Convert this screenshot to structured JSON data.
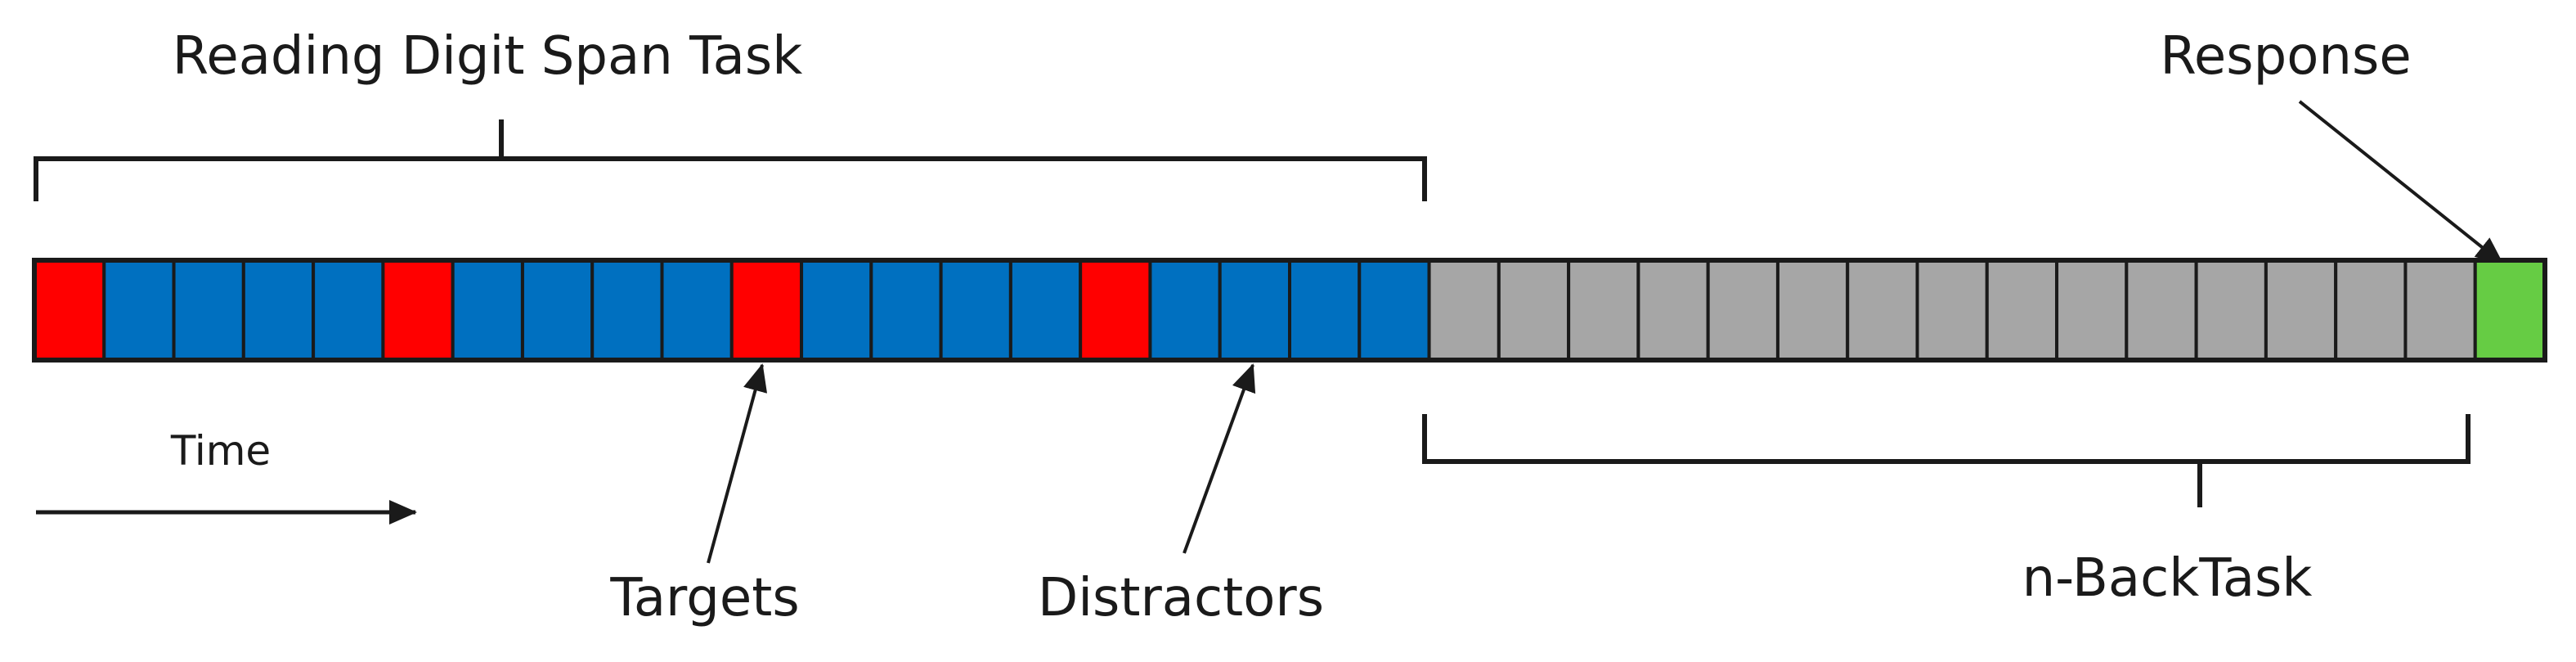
{
  "labels": {
    "reading_task": "Reading Digit Span Task",
    "response": "Response",
    "time": "Time",
    "targets": "Targets",
    "distractors": "Distractors",
    "nback_task": "n-BackTask"
  },
  "sequence": [
    "target",
    "distractor",
    "distractor",
    "distractor",
    "distractor",
    "target",
    "distractor",
    "distractor",
    "distractor",
    "distractor",
    "target",
    "distractor",
    "distractor",
    "distractor",
    "distractor",
    "target",
    "distractor",
    "distractor",
    "distractor",
    "distractor",
    "nback",
    "nback",
    "nback",
    "nback",
    "nback",
    "nback",
    "nback",
    "nback",
    "nback",
    "nback",
    "nback",
    "nback",
    "nback",
    "nback",
    "nback",
    "response"
  ],
  "colors": {
    "target": "#ff0000",
    "distractor": "#0070c0",
    "nback": "#a6a6a6",
    "response": "#66cc44",
    "outline": "#1a1a1a"
  }
}
